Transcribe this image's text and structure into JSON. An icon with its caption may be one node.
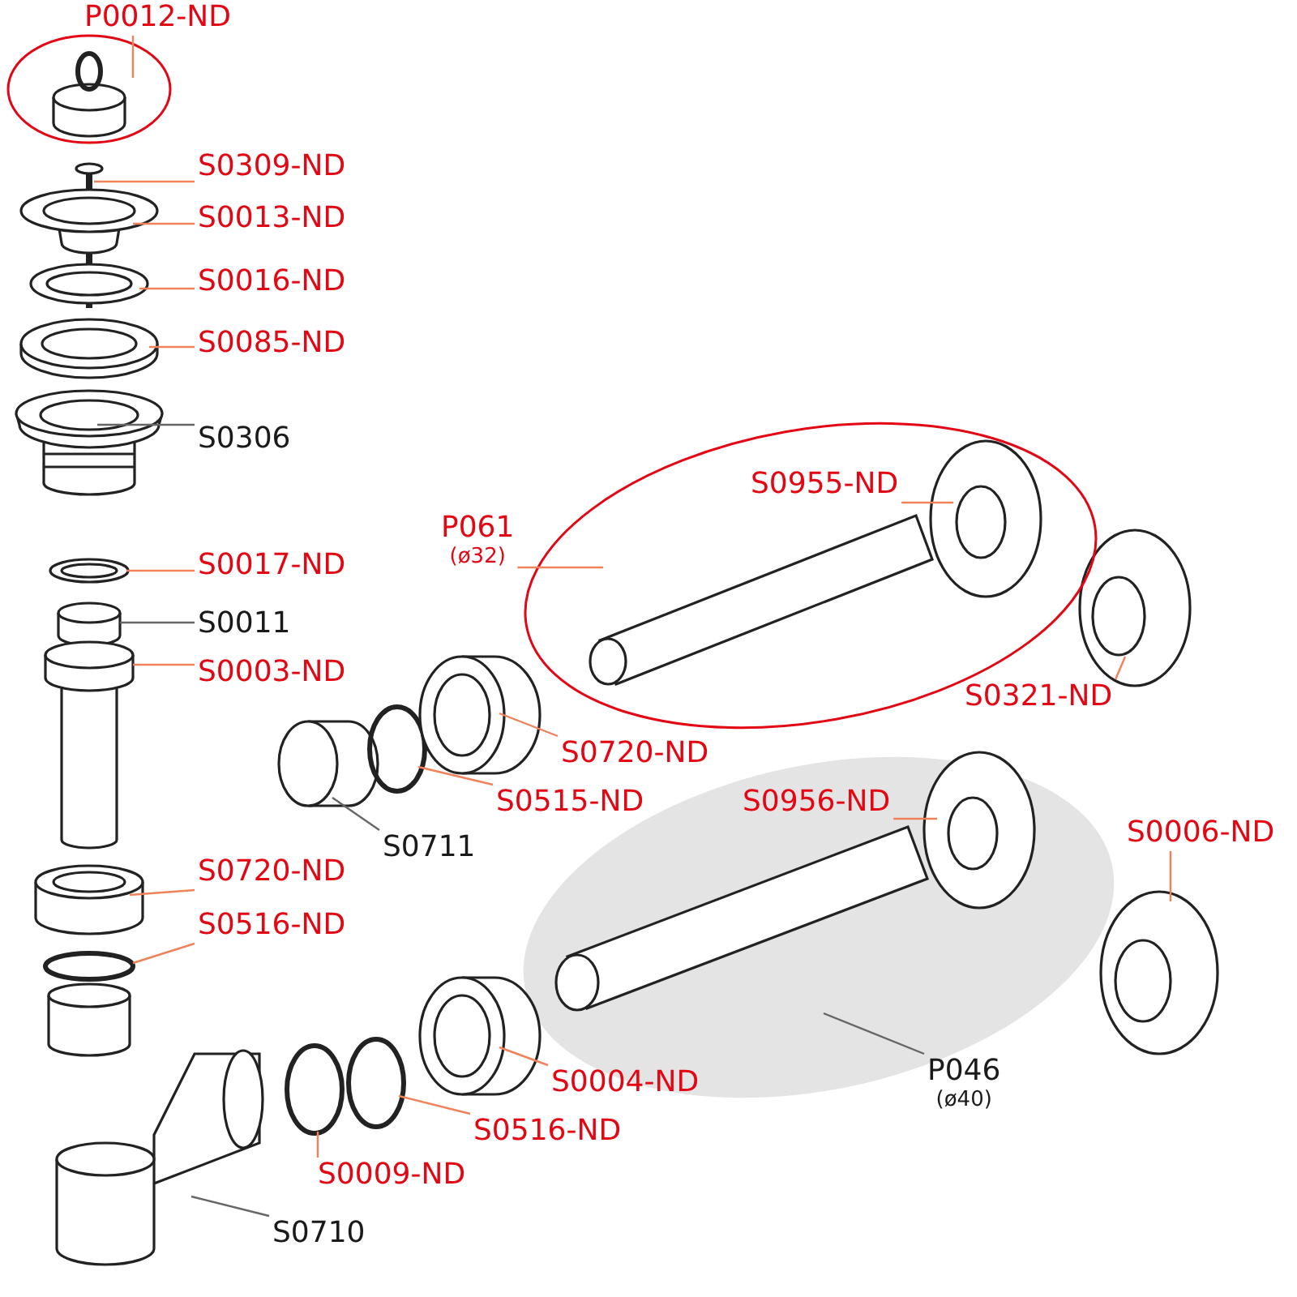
{
  "diagram": {
    "nodes": [
      {
        "text": [
          "P0012-ND"
        ]
      },
      {
        "text": [
          "S0309-ND"
        ]
      },
      {
        "text": [
          "S0013-ND"
        ]
      },
      {
        "text": [
          "S0016-ND"
        ]
      },
      {
        "text": [
          "S0085-ND"
        ]
      },
      {
        "text": [
          "S0306"
        ]
      },
      {
        "text": [
          "S0955-ND"
        ]
      },
      {
        "text": [
          "P061",
          "(ø32)"
        ]
      },
      {
        "text": [
          "S0017-ND"
        ]
      },
      {
        "text": [
          "S0011"
        ]
      },
      {
        "text": [
          "S0003-ND"
        ]
      },
      {
        "text": [
          "S0321-ND"
        ]
      },
      {
        "text": [
          "S0720-ND"
        ]
      },
      {
        "text": [
          "S0515-ND"
        ]
      },
      {
        "text": [
          "S0956-ND"
        ]
      },
      {
        "text": [
          "S0711"
        ]
      },
      {
        "text": [
          "S0006-ND"
        ]
      },
      {
        "text": [
          "S0720-ND"
        ]
      },
      {
        "text": [
          "S0516-ND"
        ]
      },
      {
        "text": [
          "P046",
          "(ø40)"
        ]
      },
      {
        "text": [
          "S0004-ND"
        ]
      },
      {
        "text": [
          "S0516-ND"
        ]
      },
      {
        "text": [
          "S0009-ND"
        ]
      },
      {
        "text": [
          "S0710"
        ]
      }
    ],
    "edges": [
      {
        "from": 0,
        "to": null,
        "arrow": "none"
      },
      {
        "from": 1,
        "to": null,
        "arrow": "none"
      },
      {
        "from": 2,
        "to": null,
        "arrow": "none"
      },
      {
        "from": 3,
        "to": null,
        "arrow": "none"
      },
      {
        "from": 4,
        "to": null,
        "arrow": "none"
      },
      {
        "from": 5,
        "to": null,
        "arrow": "none",
        "color": "#666666"
      },
      {
        "from": 6,
        "to": null,
        "arrow": "none"
      },
      {
        "from": 7,
        "to": null,
        "arrow": "none"
      },
      {
        "from": 8,
        "to": null,
        "arrow": "none"
      },
      {
        "from": 9,
        "to": null,
        "arrow": "none",
        "color": "#666666"
      },
      {
        "from": 10,
        "to": null,
        "arrow": "none"
      },
      {
        "from": 11,
        "to": null,
        "arrow": "none"
      },
      {
        "from": 12,
        "to": null,
        "arrow": "none"
      },
      {
        "from": 13,
        "to": null,
        "arrow": "none"
      },
      {
        "from": 14,
        "to": null,
        "arrow": "none"
      },
      {
        "from": 15,
        "to": null,
        "arrow": "none",
        "color": "#666666"
      },
      {
        "from": 16,
        "to": null,
        "arrow": "none"
      },
      {
        "from": 17,
        "to": null,
        "arrow": "none"
      },
      {
        "from": 18,
        "to": null,
        "arrow": "none"
      },
      {
        "from": 19,
        "to": null,
        "arrow": "none",
        "color": "#666666"
      },
      {
        "from": 20,
        "to": null,
        "arrow": "none"
      },
      {
        "from": 21,
        "to": null,
        "arrow": "none"
      },
      {
        "from": 22,
        "to": null,
        "arrow": "none"
      },
      {
        "from": 23,
        "to": null,
        "arrow": "none",
        "color": "#666666"
      }
    ]
  }
}
